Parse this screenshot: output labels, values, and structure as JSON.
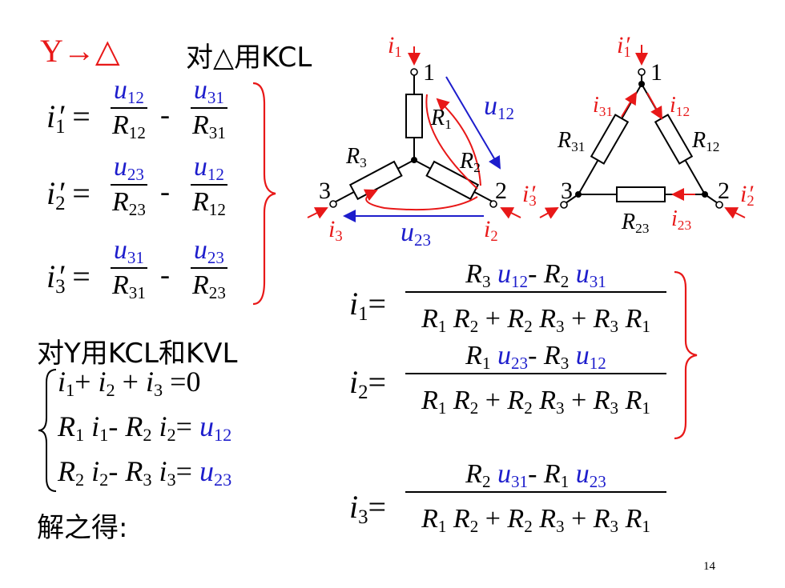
{
  "heading": {
    "transform": "Y→△",
    "note": "对△用KCL"
  },
  "sym": {
    "i": "i",
    "u": "u",
    "R": "R",
    "prime": "′",
    "eq": "=",
    "minus": "-",
    "plus": "+"
  },
  "idx": {
    "i1": "1",
    "i2": "2",
    "i3": "3",
    "u12": "12",
    "u23": "23",
    "u31": "31"
  },
  "kvl_title": "对Y用KCL和KVL",
  "zero": "0",
  "solve_label": "解之得:",
  "diagram_labels": {
    "node1": "1",
    "node2": "2",
    "node3": "3",
    "R1": "1",
    "R2": "2",
    "R3": "3",
    "R12": "12",
    "R23": "23",
    "R31": "31"
  },
  "page_number": "14",
  "colors": {
    "text": "#000000",
    "accent_red": "#e81818",
    "accent_blue": "#1d1dcc"
  }
}
